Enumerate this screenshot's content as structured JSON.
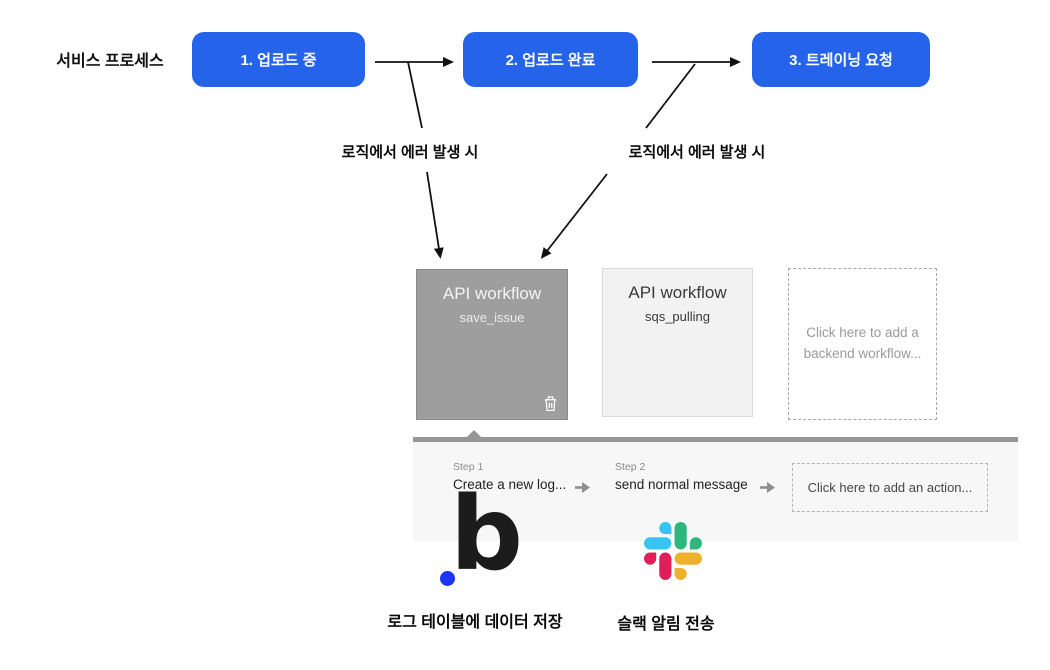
{
  "header": {
    "process_label": "서비스 프로세스",
    "steps": [
      {
        "label": "1. 업로드 중"
      },
      {
        "label": "2. 업로드 완료"
      },
      {
        "label": "3. 트레이닝 요청"
      }
    ]
  },
  "error_annotations": {
    "left_label": "로직에서 에러 발생 시",
    "right_label": "로직에서 에러 발생 시"
  },
  "backend_workflows": {
    "selected_card": {
      "title": "API workflow",
      "name": "save_issue"
    },
    "card": {
      "title": "API workflow",
      "name": "sqs_pulling"
    },
    "add_placeholder": "Click here to add a backend workflow..."
  },
  "action_panel": {
    "steps": [
      {
        "step_label": "Step 1",
        "action_title": "Create a new log..."
      },
      {
        "step_label": "Step 2",
        "action_title": "send normal message"
      }
    ],
    "add_action_placeholder": "Click here to add an action..."
  },
  "integrations": {
    "bubble": {
      "caption": "로그 테이블에 데이터 저장"
    },
    "slack": {
      "caption": "슬랙 알림 전송"
    }
  },
  "colors": {
    "accent_blue": "#2563EB",
    "selected_card_bg": "#9E9E9E",
    "card_bg": "#F1F2F1",
    "panel_bg": "#F7F7F7",
    "panel_bar_gray": "#969696",
    "bubble_dot_blue": "#1B35F0",
    "slack_blue": "#36C5F0",
    "slack_green": "#2EB67D",
    "slack_red": "#E01E5A",
    "slack_yellow": "#ECB22E"
  }
}
